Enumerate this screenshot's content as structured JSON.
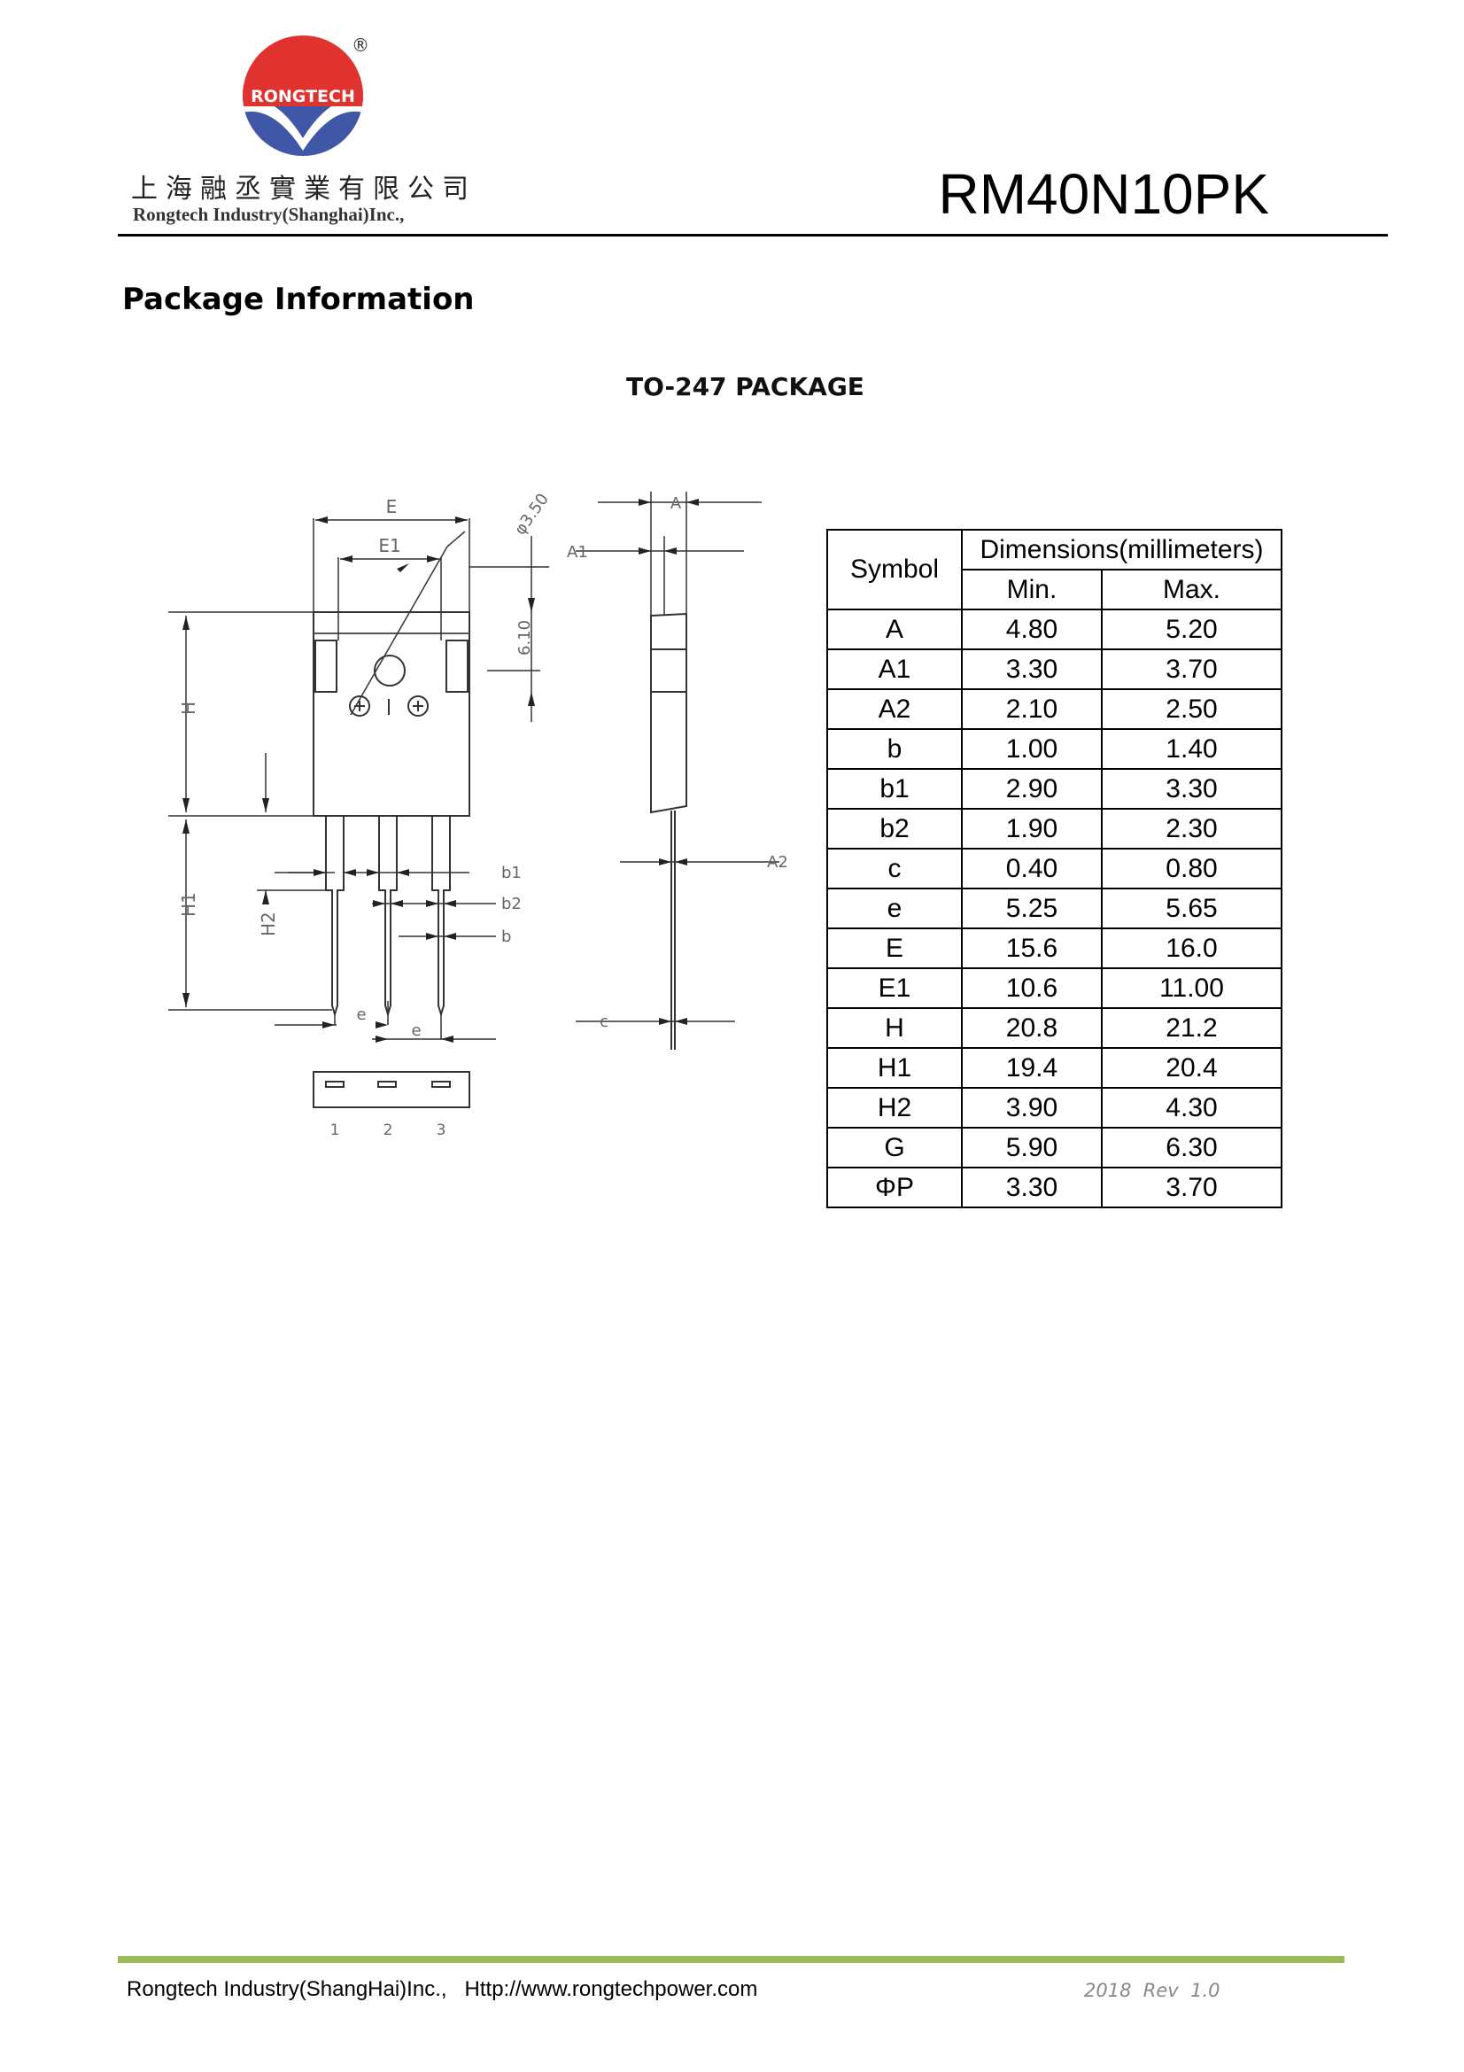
{
  "header": {
    "logo_text": "RONGTECH",
    "registered_mark": "®",
    "company_cn": "上海融丞實業有限公司",
    "company_en": "Rongtech Industry(Shanghai)Inc.,",
    "part_number": "RM40N10PK"
  },
  "section_heading": "Package Information",
  "package_title": "TO-247 PACKAGE",
  "drawing": {
    "label_E": "E",
    "label_E1": "E1",
    "label_phi": "φ3.50",
    "label_610": "6.10",
    "label_H": "H",
    "label_H1": "H1",
    "label_H2": "H2",
    "label_b1": "b1",
    "label_b2": "b2",
    "label_b": "b",
    "label_e": "e",
    "label_A": "A",
    "label_A1": "A1",
    "label_A2": "A2",
    "label_c": "c",
    "pin1": "1",
    "pin2": "2",
    "pin3": "3"
  },
  "table": {
    "header_symbol": "Symbol",
    "header_dimensions": "Dimensions(millimeters)",
    "header_min": "Min.",
    "header_max": "Max.",
    "rows": [
      {
        "symbol": "A",
        "min": "4.80",
        "max": "5.20"
      },
      {
        "symbol": "A1",
        "min": "3.30",
        "max": "3.70"
      },
      {
        "symbol": "A2",
        "min": "2.10",
        "max": "2.50"
      },
      {
        "symbol": "b",
        "min": "1.00",
        "max": "1.40"
      },
      {
        "symbol": "b1",
        "min": "2.90",
        "max": "3.30"
      },
      {
        "symbol": "b2",
        "min": "1.90",
        "max": "2.30"
      },
      {
        "symbol": "c",
        "min": "0.40",
        "max": "0.80"
      },
      {
        "symbol": "e",
        "min": "5.25",
        "max": "5.65"
      },
      {
        "symbol": "E",
        "min": "15.6",
        "max": "16.0"
      },
      {
        "symbol": "E1",
        "min": "10.6",
        "max": "11.00"
      },
      {
        "symbol": "H",
        "min": "20.8",
        "max": "21.2"
      },
      {
        "symbol": "H1",
        "min": "19.4",
        "max": "20.4"
      },
      {
        "symbol": "H2",
        "min": "3.90",
        "max": "4.30"
      },
      {
        "symbol": "G",
        "min": "5.90",
        "max": "6.30"
      },
      {
        "symbol": "ΦP",
        "min": "3.30",
        "max": "3.70"
      }
    ]
  },
  "footer": {
    "company_url": "Rongtech Industry(ShangHai)Inc.,   Http://www.rongtechpower.com",
    "revision": "2018  Rev  1.0"
  },
  "colors": {
    "logo_red": "#e0322f",
    "logo_blue": "#3f57a6",
    "footer_rule": "#9bbb59"
  }
}
